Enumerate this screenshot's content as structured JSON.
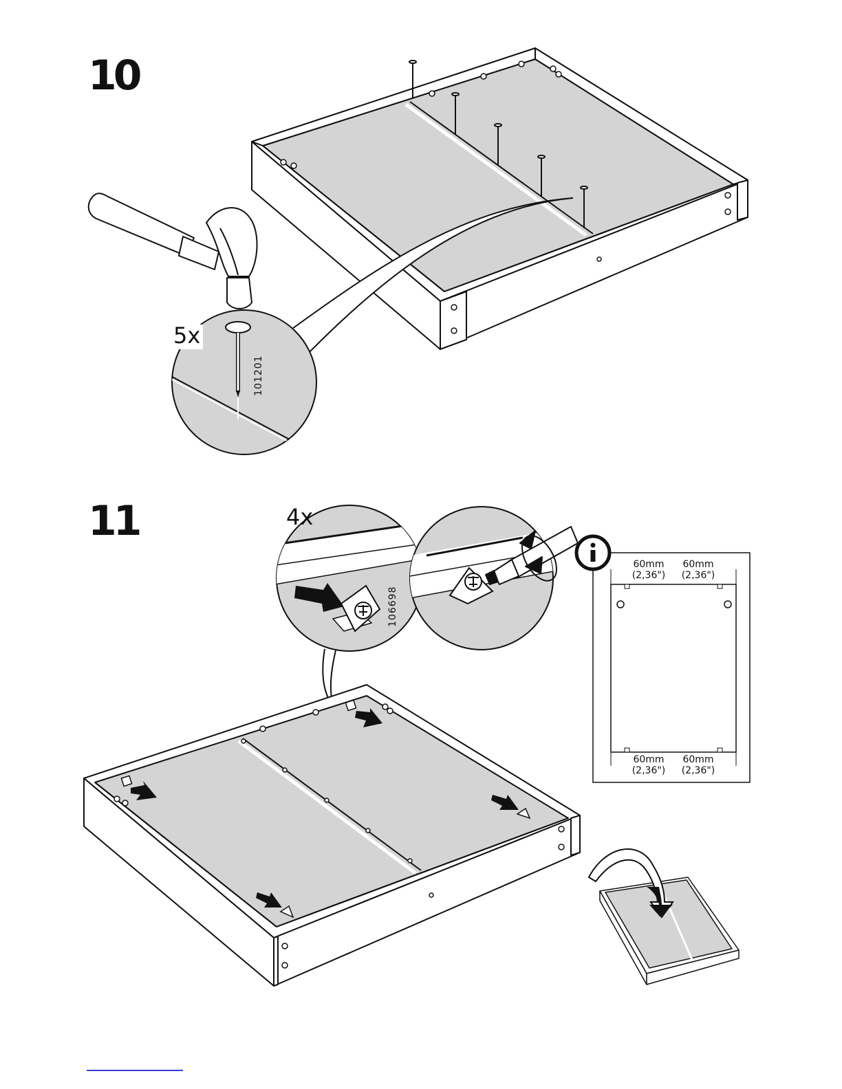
{
  "steps": [
    {
      "number": "10",
      "quantity": "5x",
      "part_number": "101201"
    },
    {
      "number": "11",
      "quantity": "4x",
      "part_number": "106698"
    }
  ],
  "info_panel": {
    "icon": "info-icon",
    "dimensions": {
      "top_left": {
        "mm": "60mm",
        "inch": "(2,36\")"
      },
      "top_right": {
        "mm": "60mm",
        "inch": "(2,36\")"
      },
      "bottom_left": {
        "mm": "60mm",
        "inch": "(2,36\")"
      },
      "bottom_right": {
        "mm": "60mm",
        "inch": "(2,36\")"
      }
    }
  }
}
